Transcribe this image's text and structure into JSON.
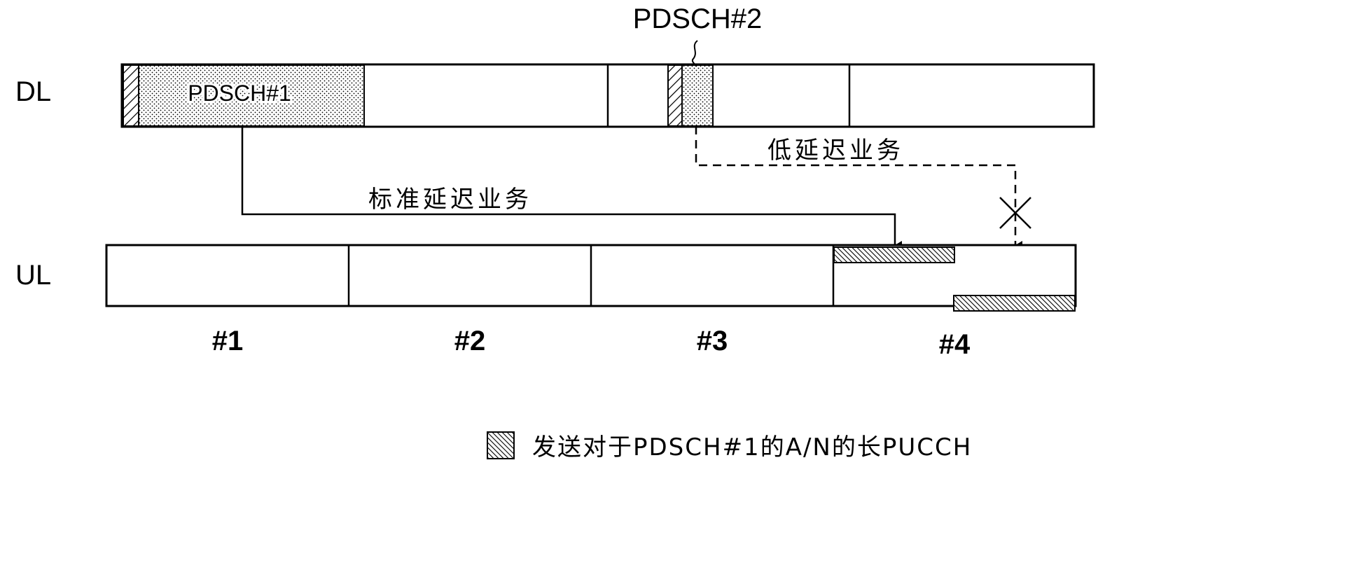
{
  "rows": {
    "dl": "DL",
    "ul": "UL"
  },
  "pdsch1_label": "PDSCH#1",
  "pdsch2_label": "PDSCH#2",
  "standard_latency_label": "标准延迟业务",
  "low_latency_label": "低延迟业务",
  "slots": [
    "#1",
    "#2",
    "#3",
    "#4"
  ],
  "legend": {
    "text": "发送对于PDSCH#1的A/N的长PUCCH"
  }
}
